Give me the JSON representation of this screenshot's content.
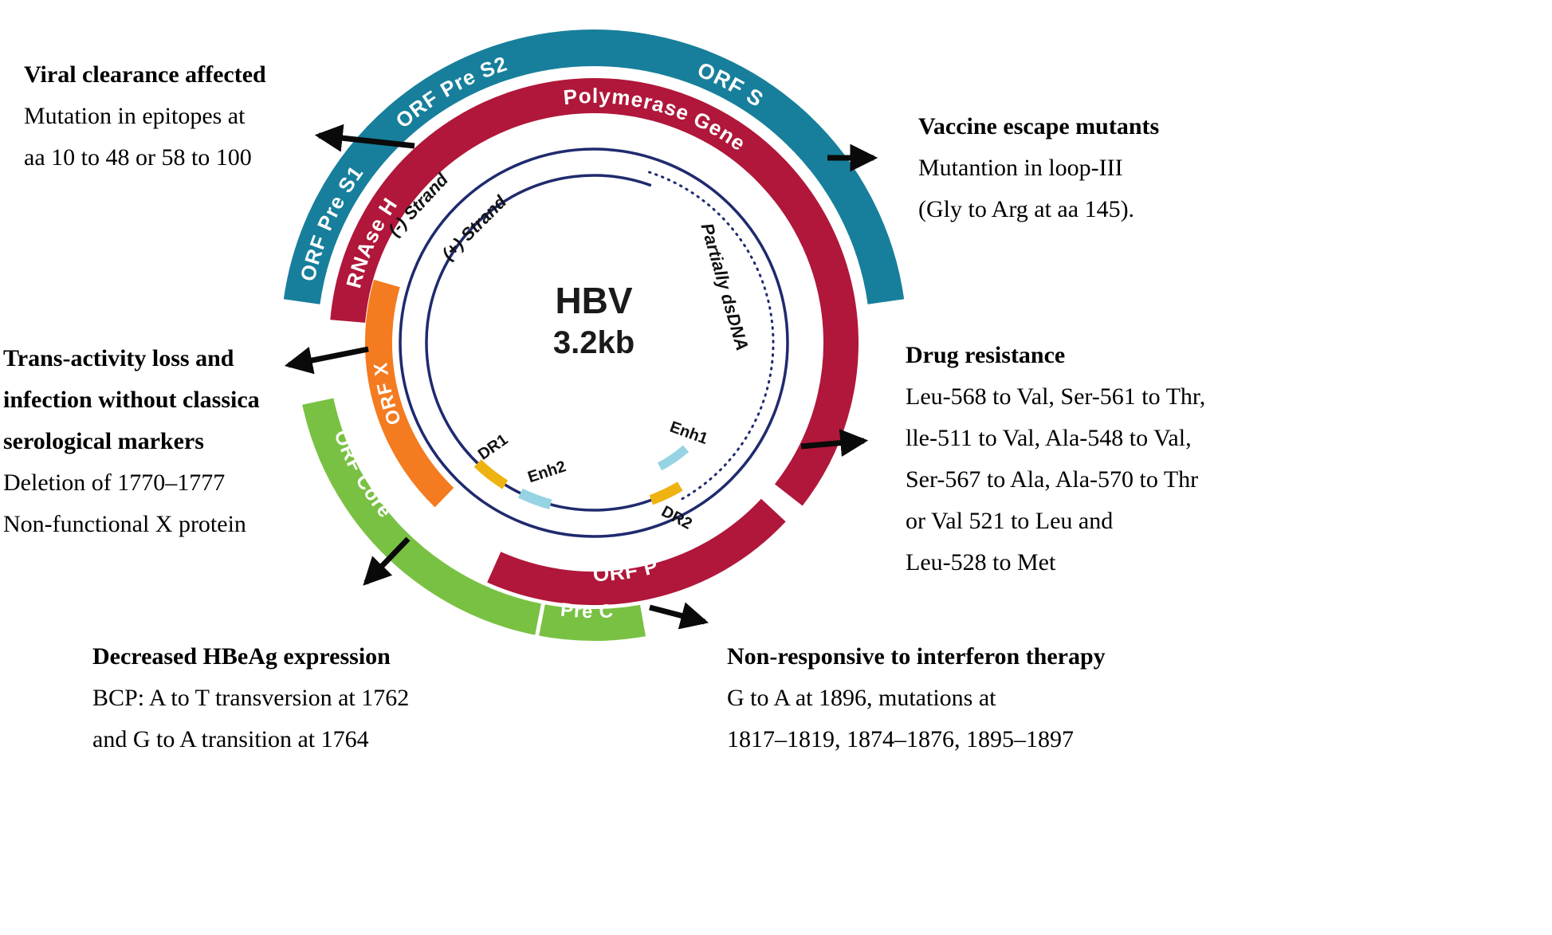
{
  "colors": {
    "teal": "#177f9b",
    "crimson": "#b0173a",
    "orange": "#f47b20",
    "green": "#79c143",
    "navy": "#1f2a6e",
    "gold": "#eeb211",
    "light_blue": "#96d3e3",
    "arrow_black": "#0a0a0a"
  },
  "center": {
    "title": "HBV",
    "size": "3.2kb"
  },
  "genome": {
    "arcs": {
      "orf_pre_s1": "ORF Pre S1",
      "orf_pre_s2": "ORF Pre S2",
      "orf_s": "ORF S",
      "rnase_h": "RNAse H",
      "polymerase": "Polymerase Gene",
      "orf_p": "ORF P",
      "orf_x": "ORF X",
      "orf_core": "ORF Core",
      "pre_c": "Pre C"
    },
    "strands": {
      "minus": "(-) Strand",
      "plus": "(+) Strand",
      "partial": "Partially dsDNA"
    },
    "features": {
      "dr1": "DR1",
      "dr2": "DR2",
      "enh1": "Enh1",
      "enh2": "Enh2"
    }
  },
  "callouts": {
    "viral_clearance": {
      "title": "Viral clearance affected",
      "lines": [
        "Mutation in epitopes at",
        "aa 10 to 48 or 58 to 100"
      ]
    },
    "vaccine_escape": {
      "title": "Vaccine escape mutants",
      "lines": [
        "Mutantion in loop-III",
        "(Gly to Arg at aa 145)."
      ]
    },
    "trans_activity": {
      "title_lines": [
        "Trans-activity loss and",
        "infection without classica",
        "serological markers"
      ],
      "lines": [
        "Deletion of  1770–1777",
        "Non-functional X protein"
      ]
    },
    "drug_resistance": {
      "title": "Drug resistance",
      "lines": [
        "Leu-568 to Val, Ser-561 to Thr,",
        "lle-511 to Val, Ala-548 to Val,",
        "Ser-567 to Ala, Ala-570 to Thr",
        "or Val 521 to Leu and",
        "Leu-528 to Met"
      ]
    },
    "decreased_hbeag": {
      "title": "Decreased HBeAg expression",
      "lines": [
        "BCP: A to T transversion at 1762",
        "and G to A transition at 1764"
      ]
    },
    "non_responsive": {
      "title": "Non-responsive to interferon therapy",
      "lines": [
        "G to A at 1896, mutations at",
        "1817–1819, 1874–1876, 1895–1897"
      ]
    }
  }
}
